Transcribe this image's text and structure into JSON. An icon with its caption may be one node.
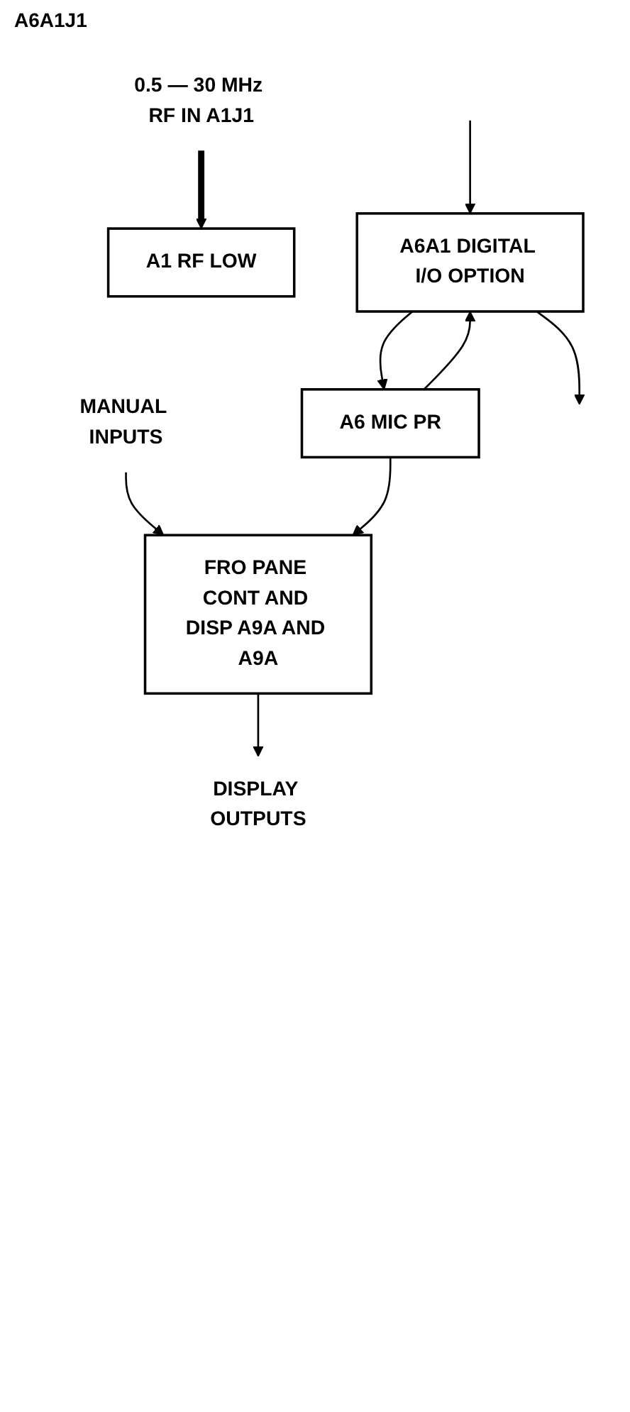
{
  "diagram": {
    "nodes": [
      {
        "text": [
          "0.5 — 30 MHz RF IN A1J1"
        ]
      },
      {
        "text": [
          "A1 RF LOW"
        ]
      },
      {
        "text": [
          "MANUAL INPUTS"
        ]
      },
      {
        "text": [
          "DISPLAY OUTPUTS"
        ]
      },
      {
        "text": [
          "FRO PANE CONT AND DISP A9A AND A9A"
        ]
      },
      {
        "text": [
          "A6A1 DIGITAL I/O OPTION"
        ]
      },
      {
        "text": [
          "A6 MIC PR"
        ]
      }
    ],
    "edges": [
      {
        "from": 0,
        "to": 1,
        "arrow": "to",
        "style": "thick"
      },
      {
        "from": 2,
        "to": 4,
        "arrow": "to"
      },
      {
        "from": 4,
        "to": 3,
        "arrow": "to"
      },
      {
        "from": 6,
        "to": 4,
        "arrow": "to"
      },
      {
        "from": null,
        "to": 5,
        "arrow": "to"
      },
      {
        "from": 5,
        "to": null,
        "arrow": "to"
      },
      {
        "from": 5,
        "to": 6,
        "arrow": "to"
      },
      {
        "from": 6,
        "to": 5,
        "arrow": "to"
      }
    ],
    "labels": [
      "A6A1J1"
    ]
  }
}
